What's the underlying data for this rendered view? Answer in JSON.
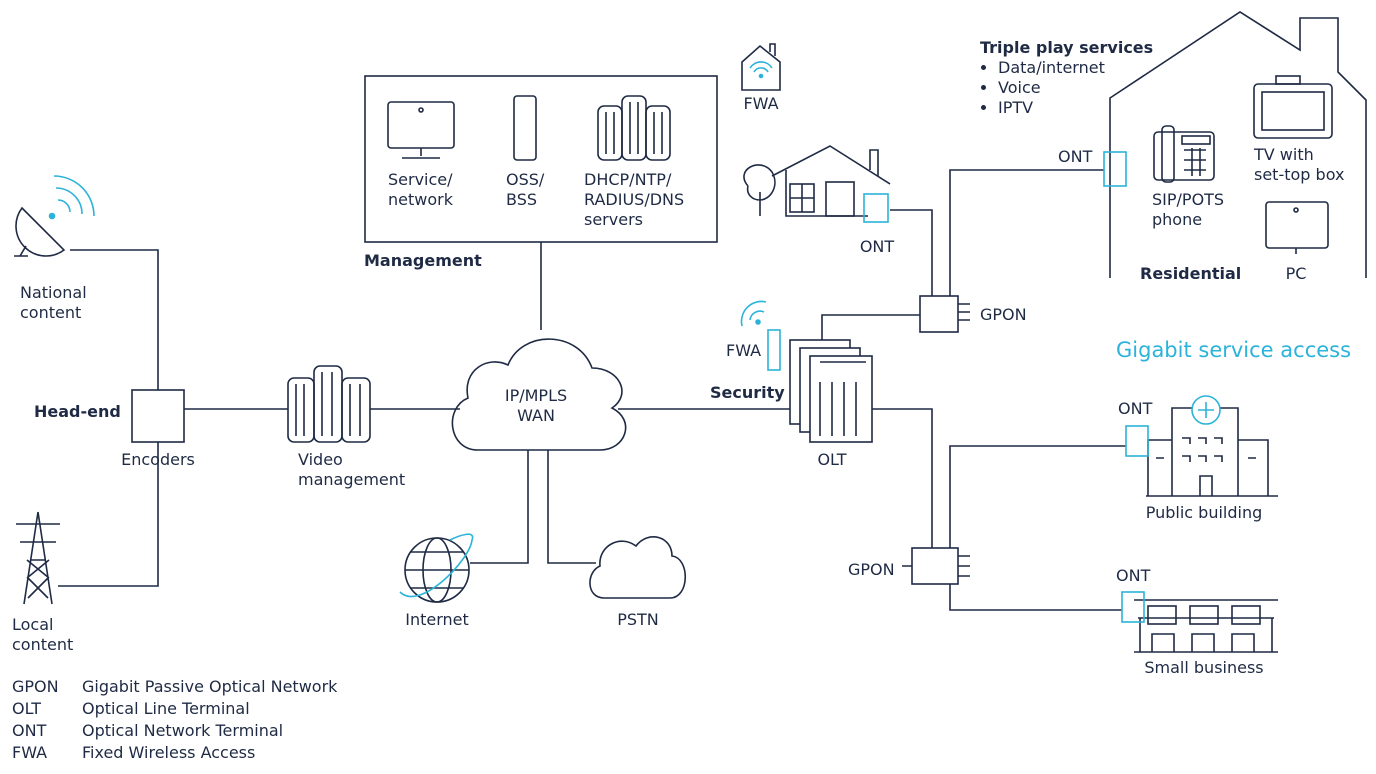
{
  "headend": {
    "title": "Head-end",
    "national": [
      "National",
      "content"
    ],
    "local": [
      "Local",
      "content"
    ],
    "encoders": "Encoders",
    "video": [
      "Video",
      "management"
    ]
  },
  "management": {
    "title": "Management",
    "service": [
      "Service/",
      "network"
    ],
    "oss": [
      "OSS/",
      "BSS"
    ],
    "dhcp": [
      "DHCP/NTP/",
      "RADIUS/DNS",
      "servers"
    ]
  },
  "core": {
    "wan": [
      "IP/MPLS",
      "WAN"
    ],
    "internet": "Internet",
    "pstn": "PSTN",
    "security": "Security",
    "olt": "OLT"
  },
  "access": {
    "gigabit_title": "Gigabit service access",
    "fwa_top": "FWA",
    "fwa_olt": "FWA",
    "ont_house": "ONT",
    "ont_residential": "ONT",
    "ont_public": "ONT",
    "ont_business": "ONT",
    "gpon_top": "GPON",
    "gpon_bottom": "GPON",
    "public_building": "Public building",
    "small_business": "Small business"
  },
  "residential": {
    "title": "Residential",
    "triple_play_title": "Triple play services",
    "triple_play_items": [
      "Data/internet",
      "Voice",
      "IPTV"
    ],
    "phone": [
      "SIP/POTS",
      "phone"
    ],
    "tv": [
      "TV with",
      "set-top box"
    ],
    "pc": "PC"
  },
  "legend": [
    {
      "abbr": "GPON",
      "meaning": "Gigabit Passive Optical Network"
    },
    {
      "abbr": "OLT",
      "meaning": "Optical Line Terminal"
    },
    {
      "abbr": "ONT",
      "meaning": "Optical Network Terminal"
    },
    {
      "abbr": "FWA",
      "meaning": "Fixed Wireless Access"
    }
  ],
  "colors": {
    "line": "#1f2a44",
    "accent": "#2bb3d9"
  }
}
